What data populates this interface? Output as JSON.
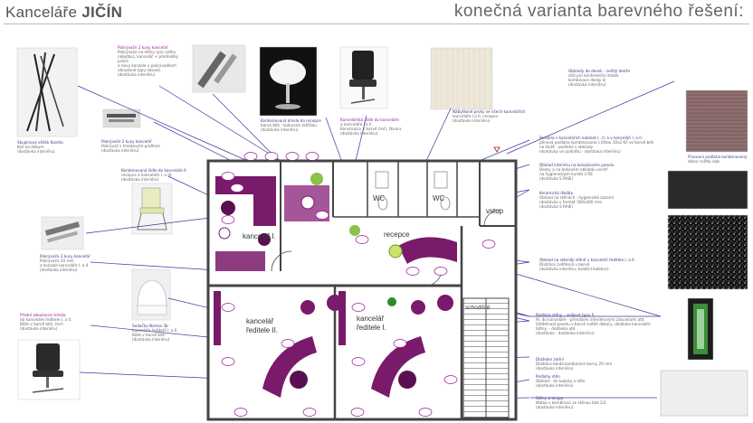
{
  "header": {
    "title_left_prefix": "Kanceláře",
    "title_left_city": "JIČÍN",
    "title_right": "konečná varianta barevného řešení:"
  },
  "rooms": {
    "kancelar1": "kancelář I.",
    "wc1": "WC",
    "wc2": "WC",
    "vstup": "vstup",
    "recepce": "recepce",
    "kancelar2_line1": "kancelář",
    "kancelar2_line2": "ředitele II.",
    "kancelar3_line1": "kancelář",
    "kancelar3_line2": "ředitele I.",
    "stairs": "schodiště"
  },
  "notes": {
    "n1": {
      "t1": "Skupinový věšák Kanéla",
      "t2": "Koš na dokum.",
      "t3": "(dostávka interiéru)"
    },
    "n2": {
      "t1": "Pokrývače 2 kusy kancelář",
      "t2": "Pokrývače na stěny (pro výšku",
      "t3": "nábytku), kancelář + přednášky práce",
      "t4": "a navy konzole v pokrývadlech",
      "t5": "vbouzené typu zásuvk.",
      "t6": "(dostávka interiéru)"
    },
    "n3": {
      "t1": "Kombinovaná křesla do recepce",
      "t2": "barva bílá - kolovaná sklíčkou",
      "t3": "(dostávka interiéru)"
    },
    "n4": {
      "t1": "Kancelářská židle do kanceláře",
      "t2": "a kanceláře I a II",
      "t3": "Konstrukce v barvě čerň, škvora",
      "t4": "(dostávka interiéru)"
    },
    "n5": {
      "t1": "Pokrývače 2 kusy kancelář",
      "t2": "Pokrývač s hliníkovým profilem",
      "t3": "(dostávka interiéru)"
    },
    "n6": {
      "t1": "Kombinovaná židle do kanceláře II",
      "t2": "recepce a kanceláře I. a III.",
      "t3": "(dostávka interiéru)"
    },
    "n7": {
      "t1": "Pokrývače 2 kusy kancelář",
      "t2": "Pokrývače 20 mm",
      "t3": "a konzole kanceláře I. a II.",
      "t4": "(dostávka interiéru)"
    },
    "n8": {
      "t1": "Přední zakulacení křesla",
      "t2": "do kanceláře ředitele I. a II.",
      "t3": "Kůže v barvě bílé, čerň",
      "t4": "(dostávka interiéru)"
    },
    "n9": {
      "t1": "Sedačka Norma 3b",
      "t2": "kanceláře ředitelů I. a II.",
      "t3": "Kůže v barvě bílé",
      "t4": "(dostávka interiéru)"
    },
    "n10": {
      "t1": "Nábytkové prvky ve všech kancelářích",
      "t2": "kanceláře I a II, recepce",
      "t3": "(dostávka interiéru)"
    },
    "n11": {
      "t1": "Obklady do desek - světlý dezén",
      "t2": "stůl pro konferenční stolek",
      "t3": "kombinace desky lil",
      "t4": "(dostávka interiéru)"
    },
    "n12": {
      "t1": "Pracovní podlaha kombinovaný",
      "t2": "dekor světlý dub"
    },
    "n13": {
      "t1": "Podlaha v kancelářích kabinet I., II. a v kanceláři I. a II.",
      "t2": "pěnová podlaha kombinovaná s lištou 10x2 Kč ve barvě bílé",
      "t3": "na žlutě - podlaha s obklady",
      "t4": "(dostávka ve podnětu - dostávka interiéru)"
    },
    "n14": {
      "t1": "Obklad interiéru na konzolovém panelu",
      "t2": "Desky a na bokovém obkladu uvnitř",
      "t3": "na hygienických kumbl 3 RE",
      "t4": "(dostávka S RAIE)"
    },
    "n15": {
      "t1": "Keramická dlažba",
      "t2": "Obklad na stěnách - hygienické zázemí",
      "t3": "(dostávka v formát 300x300 mm",
      "t4": "(dostávka S RAIE)"
    },
    "n16": {
      "t1": "Obklad na sklenějí stěně v kanceláři ředitele I. a II.",
      "t2": "Dlaždice zvětšená v barvě",
      "t3": "(dostávka interiéru, kvalitní kolekce)"
    },
    "n17": {
      "t1": "Podlaha stěny - velikost typu S",
      "t2": "Al. do kanceláře - přenášení interiérovými zásuvkami atd.",
      "t3": "Viditelnost panelu v barvě světlé dekory, dodávka kanceláře",
      "t4": "Stěny: - dodávka atd.",
      "t5": "(dostávka - dostávka interiéru)"
    },
    "n18": {
      "t1": "Dlažební zádní",
      "t2": "Dlaždice bledá kombinace barvy 20 mm",
      "t3": "(dostávka interiéru)"
    },
    "n19": {
      "t1": "Podlahy stěn",
      "t2": "Obklad - do toalety a stěn",
      "t3": "(dostávka interiéru)"
    },
    "n20": {
      "t1": "Stěny a stropy",
      "t2": "Malba v kombinaci ze stěnou bílá 2/2",
      "t3": "(dostávka interiéru)"
    }
  },
  "colors": {
    "accent_purple": "#7a1a6a",
    "accent_magenta": "#a0179a",
    "line_blue": "#3a3aa0",
    "wall": "#444444",
    "plant_green": "#2f8a2f"
  }
}
